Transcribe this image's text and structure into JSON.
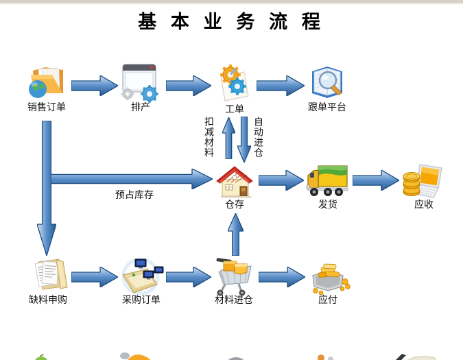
{
  "page": {
    "title": "基 本 业 务 流 程"
  },
  "colors": {
    "topbar": "#d5d1c7",
    "arrow_light": "#d8e6f5",
    "arrow_mid": "#5b8fc9",
    "arrow_dark": "#27598f",
    "arrow_stroke": "#1d4e80"
  },
  "nodes": [
    {
      "id": "sales-order",
      "label": "销售订单"
    },
    {
      "id": "scheduling",
      "label": "排产"
    },
    {
      "id": "work-order",
      "label": "工单"
    },
    {
      "id": "tracking-platform",
      "label": "跟单平台"
    },
    {
      "id": "warehouse",
      "label": "仓存"
    },
    {
      "id": "shipping",
      "label": "发货"
    },
    {
      "id": "receivable",
      "label": "应收"
    },
    {
      "id": "material-shortage-request",
      "label": "缺料申购"
    },
    {
      "id": "purchase-order",
      "label": "采购订单"
    },
    {
      "id": "material-inbound",
      "label": "材料进仓"
    },
    {
      "id": "payable",
      "label": "应付"
    }
  ],
  "edge_labels": {
    "reserve_stock": "预占库存",
    "deduct_material": "扣减材料",
    "auto_inbound": "自动进仓"
  }
}
